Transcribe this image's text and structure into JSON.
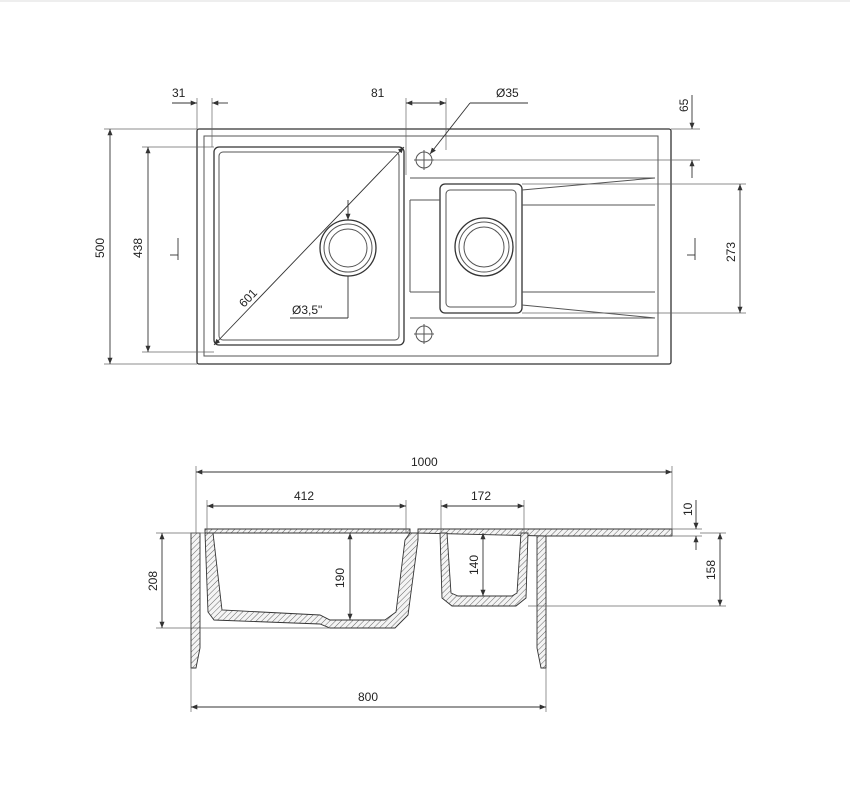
{
  "colors": {
    "line": "#555555",
    "dimension": "#333333",
    "background": "#ffffff"
  },
  "top_view": {
    "dim_31": "31",
    "dim_81": "81",
    "dim_35": "Ø35",
    "dim_65": "65",
    "dim_500": "500",
    "dim_438": "438",
    "dim_273": "273",
    "dim_601": "601",
    "dim_waste": "Ø3,5\""
  },
  "section_view": {
    "dim_1000": "1000",
    "dim_412": "412",
    "dim_172": "172",
    "dim_10": "10",
    "dim_208": "208",
    "dim_190": "190",
    "dim_140": "140",
    "dim_158": "158",
    "dim_800": "800"
  }
}
